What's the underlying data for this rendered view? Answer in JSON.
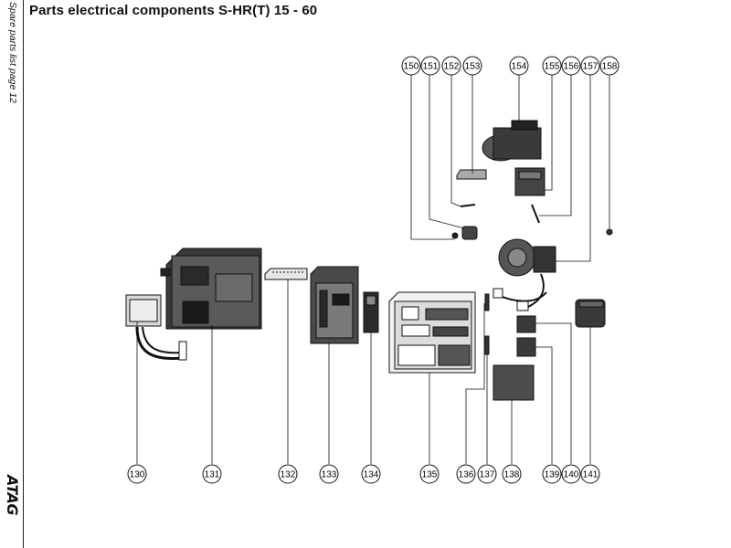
{
  "title": "Parts electrical components S-HR(T) 15 - 60",
  "side_label": "Spare parts list  page 12",
  "brand": "ATAG",
  "callouts_top": [
    "150",
    "151",
    "152",
    "153",
    "154",
    "155",
    "156",
    "157",
    "158"
  ],
  "callouts_bottom": [
    "130",
    "131",
    "132",
    "133",
    "134",
    "135",
    "136",
    "137",
    "138",
    "139",
    "140",
    "141"
  ]
}
